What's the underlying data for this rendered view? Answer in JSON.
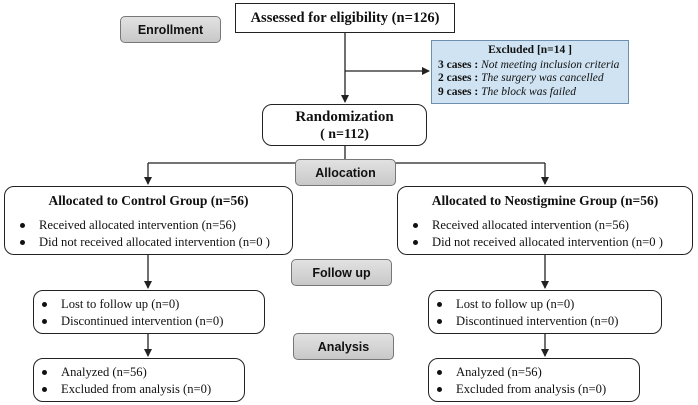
{
  "stages": {
    "enrollment": "Enrollment",
    "allocation": "Allocation",
    "follow_up": "Follow up",
    "analysis": "Analysis"
  },
  "assessed": {
    "title": "Assessed for eligibility (n=126)"
  },
  "excluded": {
    "title": "Excluded [n=14 ]",
    "rows": [
      {
        "count": "3 cases :",
        "reason": "Not meeting inclusion criteria"
      },
      {
        "count": "2 cases :",
        "reason": "The surgery was cancelled"
      },
      {
        "count": "9 cases :",
        "reason": "The block was failed"
      }
    ]
  },
  "randomization": {
    "title": "Randomization",
    "count": "( n=112)"
  },
  "control": {
    "allocation": {
      "title": "Allocated to  Control Group (n=56)",
      "items": [
        "Received allocated intervention (n=56)",
        "Did not received allocated intervention (n=0 )"
      ]
    },
    "follow_up": {
      "items": [
        "Lost to follow up (n=0)",
        "Discontinued intervention  (n=0)"
      ]
    },
    "analysis": {
      "items": [
        "Analyzed (n=56)",
        "Excluded from analysis (n=0)"
      ]
    }
  },
  "neostigmine": {
    "allocation": {
      "title": "Allocated to  Neostigmine  Group  (n=56)",
      "items": [
        "Received allocated intervention (n=56)",
        "Did not received allocated intervention (n=0 )"
      ]
    },
    "follow_up": {
      "items": [
        "Lost to follow up (n=0)",
        "Discontinued intervention  (n=0)"
      ]
    },
    "analysis": {
      "items": [
        "Analyzed (n=56)",
        "Excluded from analysis (n=0)"
      ]
    }
  },
  "colors": {
    "stage_fill": "#d3d3d3",
    "excluded_fill": "#cfe3f2",
    "line": "#222222"
  }
}
